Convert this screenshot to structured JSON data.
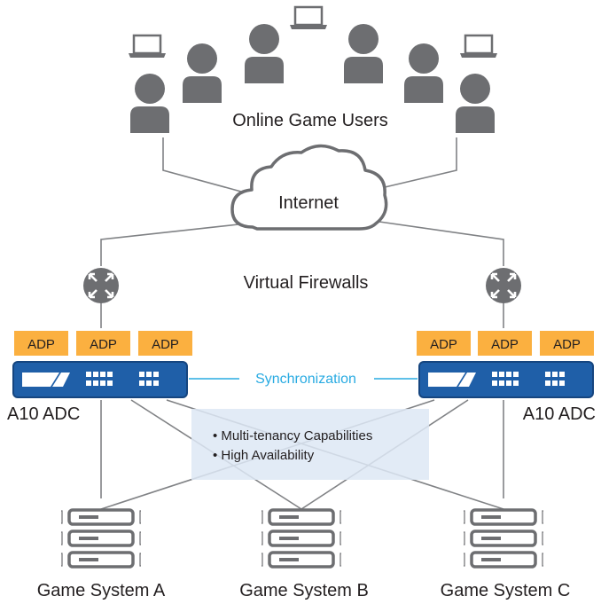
{
  "users_label": "Online Game Users",
  "internet_label": "Internet",
  "firewalls_label": "Virtual Firewalls",
  "sync_label": "Synchronization",
  "adc_left_label": "A10 ADC",
  "adc_right_label": "A10 ADC",
  "adp_labels": [
    "ADP",
    "ADP",
    "ADP",
    "ADP",
    "ADP",
    "ADP"
  ],
  "capabilities": [
    "• Multi-tenancy Capabilities",
    "• High Availability"
  ],
  "systems": [
    "Game System A",
    "Game System B",
    "Game System C"
  ],
  "colors": {
    "person": "#6d6e71",
    "adp": "#fbb040",
    "adc": "#1f5fa8",
    "sync_text": "#29abe2",
    "sync_line": "#29abe2",
    "capability_box": "#dde8f4",
    "lines": "#808285"
  },
  "icons": {
    "users": "person-icon",
    "laptops": "laptop-icon",
    "cloud": "cloud-icon",
    "routers": "router-icon",
    "servers": "server-icon"
  }
}
